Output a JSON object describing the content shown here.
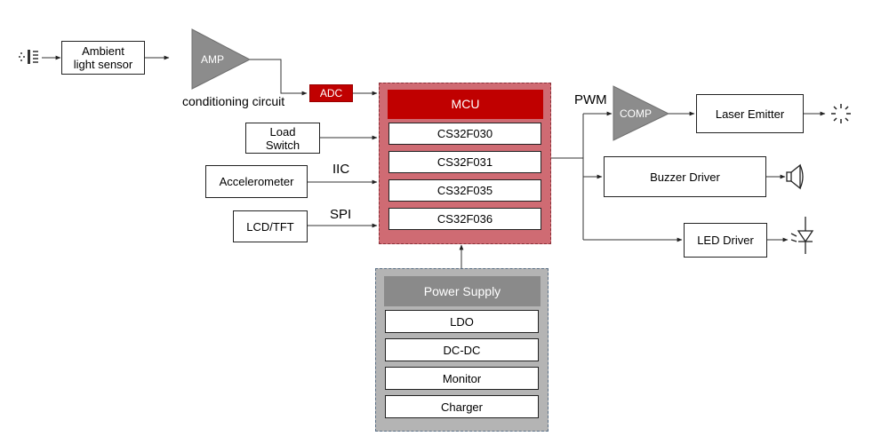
{
  "diagram": {
    "ambient_light_sensor": "Ambient\nlight sensor",
    "amp": "AMP",
    "conditioning_circuit": "conditioning circuit",
    "adc": "ADC",
    "mcu": {
      "title": "MCU",
      "parts": [
        "CS32F030",
        "CS32F031",
        "CS32F035",
        "CS32F036"
      ]
    },
    "load_switch": "Load\nSwitch",
    "accelerometer": "Accelerometer",
    "lcd_tft": "LCD/TFT",
    "iic": "IIC",
    "spi": "SPI",
    "pwm": "PWM",
    "comp": "COMP",
    "laser_emitter": "Laser Emitter",
    "buzzer_driver": "Buzzer Driver",
    "led_driver": "LED Driver",
    "power_supply": {
      "title": "Power Supply",
      "items": [
        "LDO",
        "DC-DC",
        "Monitor",
        "Charger"
      ]
    },
    "colors": {
      "mcu_red": "#c00000",
      "mcu_panel": "#cf6b73",
      "comp_gray": "#8c8c8c",
      "power_panel": "#b4b4b4",
      "power_header": "#8a8a8a"
    }
  }
}
